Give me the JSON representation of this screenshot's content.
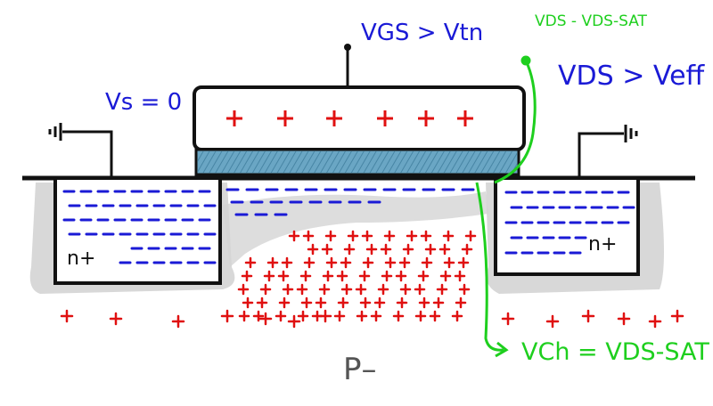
{
  "labels": {
    "vgs": "VGS > Vtn",
    "vs": "Vs = 0",
    "vds_sat_top": "VDS - VDS-SAT",
    "vds_gt": "VDS > Veff",
    "vch": "VCh = VDS-SAT",
    "substrate": "P–",
    "source_region": "n+",
    "drain_region": "n+"
  },
  "colors": {
    "blue_text": "#1a1ad6",
    "green_annotation": "#1ecf1e",
    "red_charge": "#e01010",
    "oxide": "#5f9fbf",
    "gate_outline": "#111111",
    "shadow": "#cfcfcf"
  },
  "icons": [
    "ground-icon",
    "ground-icon"
  ]
}
